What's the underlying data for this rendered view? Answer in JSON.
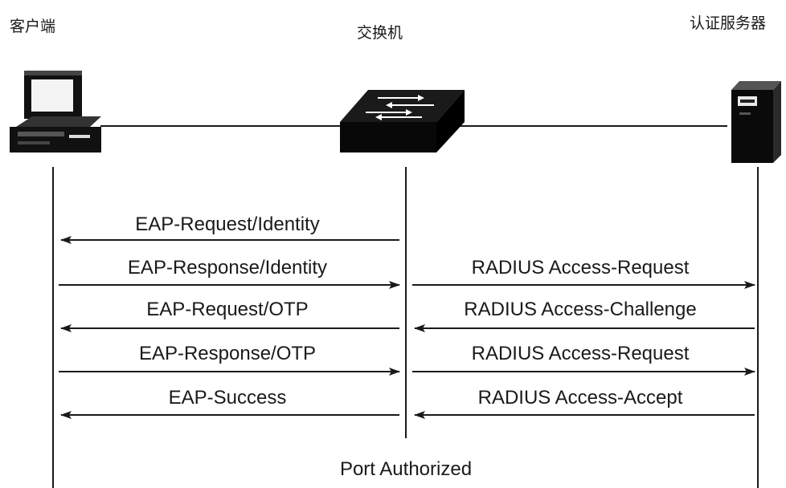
{
  "actors": {
    "client": {
      "label": "客户端",
      "icon": "desktop-computer-icon"
    },
    "switch": {
      "label": "交换机",
      "icon": "network-switch-icon"
    },
    "server": {
      "label": "认证服务器",
      "icon": "server-tower-icon"
    }
  },
  "messages": {
    "left": [
      {
        "label": "EAP-Request/Identity",
        "direction": "to-client"
      },
      {
        "label": "EAP-Response/Identity",
        "direction": "to-switch"
      },
      {
        "label": "EAP-Request/OTP",
        "direction": "to-client"
      },
      {
        "label": "EAP-Response/OTP",
        "direction": "to-switch"
      },
      {
        "label": "EAP-Success",
        "direction": "to-client"
      }
    ],
    "right": [
      {
        "label": "RADIUS Access-Request",
        "direction": "to-server"
      },
      {
        "label": "RADIUS Access-Challenge",
        "direction": "to-switch"
      },
      {
        "label": "RADIUS Access-Request",
        "direction": "to-server"
      },
      {
        "label": "RADIUS Access-Accept",
        "direction": "to-switch"
      }
    ]
  },
  "footer": {
    "label": "Port Authorized"
  },
  "colors": {
    "line": "#1a1a1a",
    "device": "#111111",
    "background": "#ffffff"
  }
}
